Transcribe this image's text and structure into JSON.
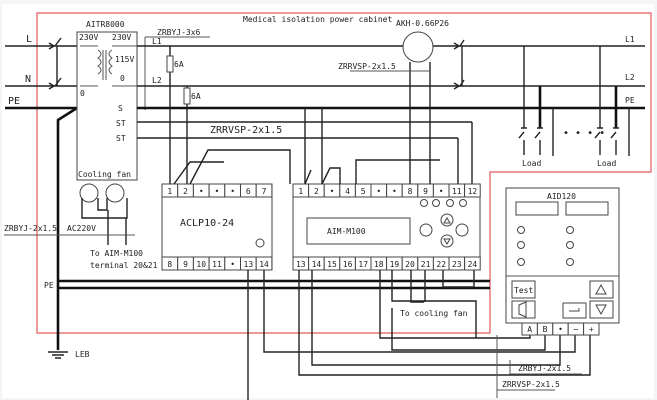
{
  "title": "Medical isolation power cabinet",
  "colors": {
    "cabinet_border": "#e05a5a",
    "wire": "#222222",
    "background": "#ffffff"
  },
  "inputs": {
    "l": "L",
    "n": "N",
    "pe": "PE"
  },
  "transformer": {
    "model": "AITR8000",
    "primary_v": "230V",
    "secondary_v": "230V",
    "tap_v": "115V",
    "zero": "0",
    "primary_zero": "0",
    "s": "S",
    "st1": "ST",
    "st2": "ST"
  },
  "outputs": {
    "l1": "L1",
    "l2": "L2",
    "pe": "PE",
    "l1_right": "L1",
    "l2_right": "L2"
  },
  "fuses": [
    "6A",
    "6A"
  ],
  "cables": {
    "main": "ZRBYJ-3x6",
    "ct": "ZRRVSP-2x1.5",
    "signal": "ZRRVSP-2x1.5",
    "fan": "ZRBYJ-2x1.5",
    "aid_power": "ZRBYJ-2x1.5",
    "aid_comm": "ZRRVSP-2x1.5"
  },
  "meter": {
    "model": "AKH-0.66P26"
  },
  "loads": [
    "Load",
    "Load"
  ],
  "fan": {
    "label": "Cooling fan",
    "voltage": "AC220V",
    "note1": "To AIM-M100",
    "note2": "terminal 20&21"
  },
  "aclp": {
    "model": "ACLP10-24",
    "top": [
      "1",
      "2",
      "•",
      "•",
      "•",
      "6",
      "7"
    ],
    "bottom": [
      "8",
      "9",
      "10",
      "11",
      "•",
      "13",
      "14"
    ]
  },
  "aim": {
    "model": "AIM-M100",
    "top": [
      "1",
      "2",
      "•",
      "4",
      "5",
      "•",
      "•",
      "8",
      "9",
      "•",
      "11",
      "12"
    ],
    "bottom": [
      "13",
      "14",
      "15",
      "16",
      "17",
      "18",
      "19",
      "20",
      "21",
      "22",
      "23",
      "24"
    ],
    "fan_note": "To cooling fan"
  },
  "aid": {
    "model": "AID120",
    "test": "Test",
    "terminals": [
      "A",
      "B",
      "•",
      "−",
      "+"
    ]
  },
  "ground": {
    "pe": "PE",
    "leb": "LEB"
  }
}
